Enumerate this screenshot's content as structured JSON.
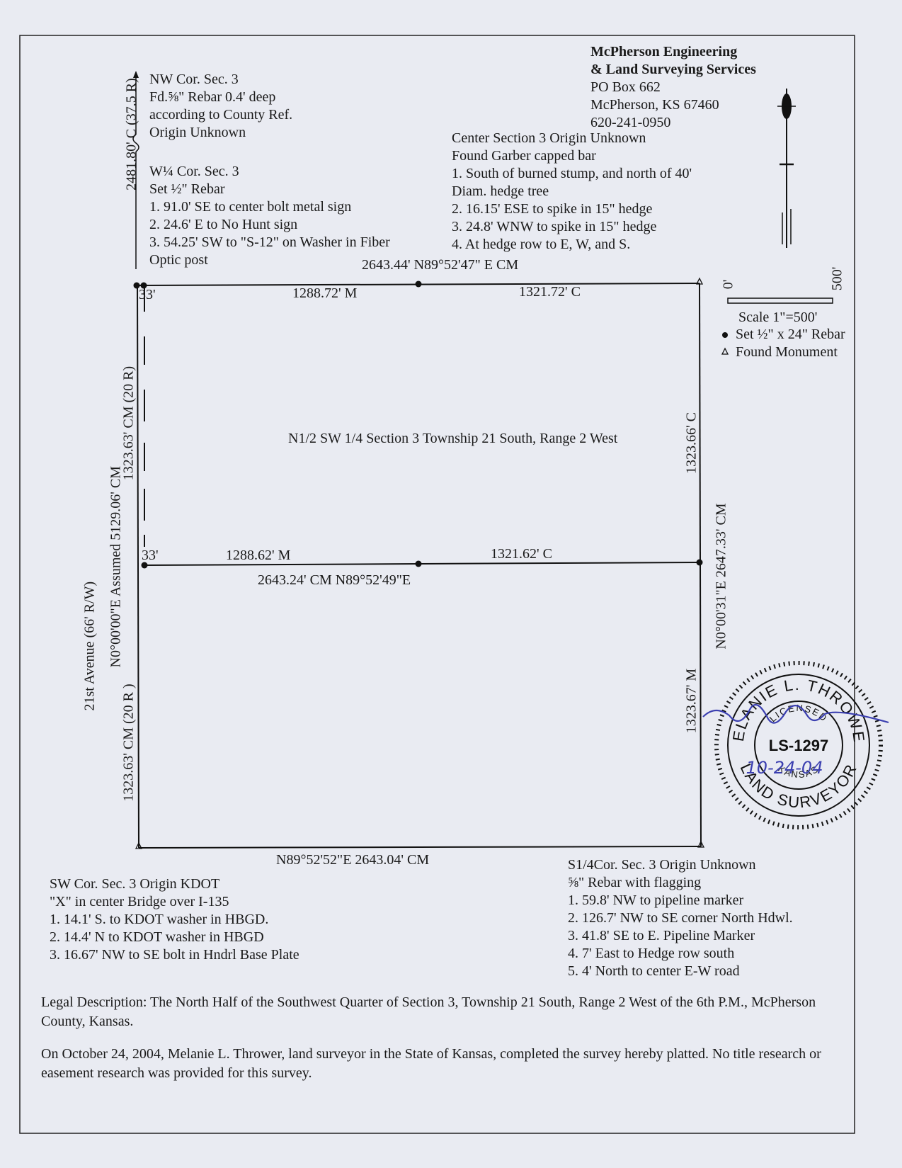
{
  "firm": {
    "name_line1": "McPherson Engineering",
    "name_line2": "& Land Surveying Services",
    "address1": "PO Box 662",
    "address2": "McPherson, KS  67460",
    "phone": "620-241-0950"
  },
  "nw_corner": {
    "lines": [
      "NW Cor. Sec. 3",
      "Fd.⅝\" Rebar 0.4' deep",
      "according to County Ref.",
      "Origin Unknown"
    ]
  },
  "w_quarter_corner": {
    "lines": [
      "W¼ Cor. Sec. 3",
      "Set ½\" Rebar",
      "1.  91.0' SE to center bolt metal sign",
      "2.  24.6' E to No Hunt sign",
      "3.  54.25' SW to \"S-12\" on Washer in Fiber",
      "Optic post"
    ]
  },
  "center_section": {
    "lines": [
      "Center Section 3 Origin Unknown",
      "Found Garber capped bar",
      "1.  South of burned stump, and north of 40'",
      "Diam. hedge tree",
      "2.  16.15' ESE to spike in 15\" hedge",
      "3.  24.8' WNW to spike in 15\" hedge",
      "4.  At hedge row to E, W, and S."
    ]
  },
  "scale": {
    "zero": "0'",
    "max": "500'",
    "label": "Scale 1\"=500'",
    "legend_set": "Set ½\" x 24\" Rebar",
    "legend_found": "Found Monument"
  },
  "plat": {
    "top_total": "2643.44' N89°52'47\" E CM",
    "top_left": "1288.72' M",
    "top_right": "1321.72' C",
    "top_offset": "33'",
    "mid_left": "1288.62' M",
    "mid_right": "1321.62' C",
    "mid_offset": "33'",
    "mid_total": "2643.24' CM N89°52'49\"E",
    "bottom_total": "N89°52'52\"E 2643.04' CM",
    "tract_label": "N1/2 SW 1/4 Section 3 Township 21 South, Range 2 West",
    "west_upper": "1323.63' CM (20 R)",
    "west_lower": "1323.63' CM (20 R )",
    "west_total": "N0°00'00\"E Assumed 5129.06' CM",
    "road": "21st Avenue (66' R/W)",
    "nw_leg": "2481.80' C (37.5 R)",
    "east_upper": "1323.66' C",
    "east_lower": "1323.67' M",
    "east_total": "N0°00'31\"E 2647.33' CM"
  },
  "sw_corner": {
    "lines": [
      "SW Cor. Sec. 3 Origin KDOT",
      "\"X\" in center Bridge over I-135",
      "1.  14.1' S. to KDOT washer in HBGD.",
      "2.  14.4' N to KDOT washer in HBGD",
      "3.  16.67' NW to SE bolt in Hndrl Base Plate"
    ]
  },
  "s_quarter_corner": {
    "lines": [
      "S1/4Cor. Sec. 3 Origin Unknown",
      "⅝\" Rebar with flagging",
      "1.  59.8' NW to pipeline marker",
      "2.  126.7' NW to SE corner North Hdwl.",
      "3.  41.8' SE to E. Pipeline Marker",
      "4.  7' East to Hedge row south",
      "5.  4' North to center E-W road"
    ]
  },
  "legal_description": "Legal Description:  The North Half of the Southwest Quarter of Section 3, Township 21 South, Range 2 West of the 6th P.M., McPherson County, Kansas.",
  "certification": "On October 24, 2004, Melanie L. Thrower, land surveyor in the State of Kansas, completed the survey hereby platted.  No title research or easement research was provided for this survey.",
  "seal": {
    "name": "MELANIE L. THROWER",
    "licensed": "LICENSED",
    "number": "LS-1297",
    "state": "KANSAS",
    "title": "LAND SURVEYOR",
    "date": "10-24-04",
    "ink_color": "#3b3fb0"
  }
}
